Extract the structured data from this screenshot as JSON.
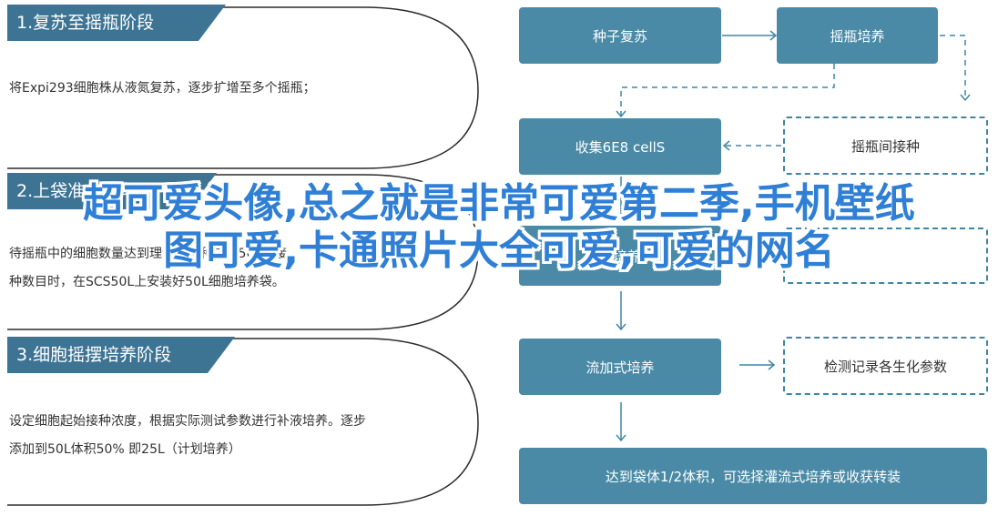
{
  "colors": {
    "tab": "#3d7494",
    "node_fill": "#4a8aa6",
    "dashed_border": "#3f86a6",
    "connector": "#3f86a6",
    "overlay_text": "#2f7fd6"
  },
  "stages": [
    {
      "title": "1.复苏至摇瓶阶段",
      "lines": [
        "将Expi293细胞株从液氮复苏，逐步扩增至多个摇瓶；"
      ]
    },
    {
      "title": "2.上袋准备阶段",
      "lines": [
        "待摇瓶中的细胞数量达到理论值接种SCS50L的接",
        "种数目时，在SCS50L上安装好50L细胞培养袋。"
      ]
    },
    {
      "title": "3.细胞摇摆培养阶段",
      "lines": [
        "设定细胞起始接种浓度，根据实际测试参数进行补液培养。逐步",
        "添加到50L体积50% 即25L（计划培养）"
      ]
    }
  ],
  "flow": {
    "seed_revival": "种子复苏",
    "shake_flask_culture": "摇瓶培养",
    "collect_cells": "收集6E8 cellS",
    "flask_inoculation": "摇瓶间接种",
    "transfer": "转移培养袋",
    "flow_culture": "流加式培养",
    "record_params": "检测记录各生化参数",
    "final_step": "达到袋体1/2体积，可选择灌流式培养或收获转装"
  },
  "overlay_title": "超可爱头像,总之就是非常可爱第二季,手机壁纸图可爱,卡通照片大全可爱,可爱的网名"
}
